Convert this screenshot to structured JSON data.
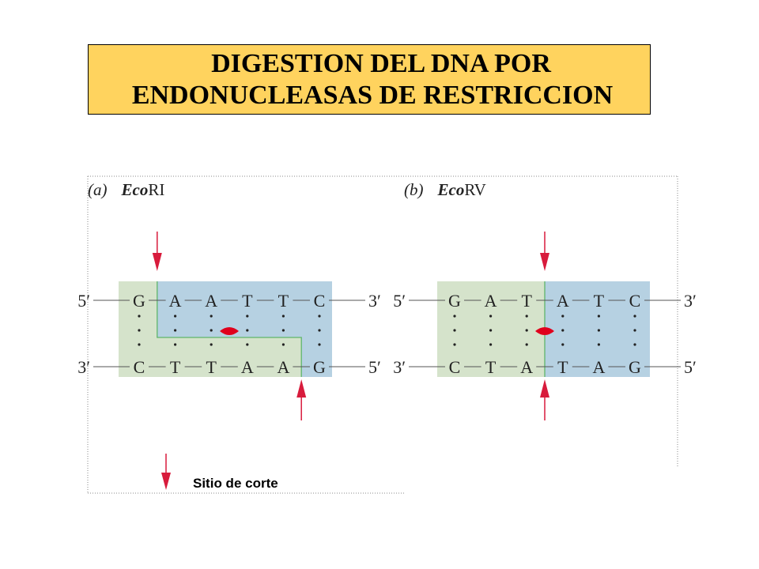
{
  "title": {
    "line1": "DIGESTION DEL DNA POR",
    "line2": "ENDONUCLEASAS DE RESTRICCION"
  },
  "colors": {
    "title_bg": "#ffd35e",
    "green_region": "#d5e3cb",
    "blue_region": "#b6d1e2",
    "cut_line": "#5fb56a",
    "arrow": "#d81b3c",
    "enzyme": "#e0001c"
  },
  "panels": [
    {
      "label_prefix": "(a)",
      "enzyme_italic": "Eco",
      "enzyme_suffix": "RI",
      "top_strand": [
        "G",
        "A",
        "A",
        "T",
        "T",
        "C"
      ],
      "bottom_strand": [
        "C",
        "T",
        "T",
        "A",
        "A",
        "G"
      ],
      "top_ends": [
        "5′",
        "3′"
      ],
      "bottom_ends": [
        "3′",
        "5′"
      ],
      "top_cut_after": 1,
      "bottom_cut_after": 5
    },
    {
      "label_prefix": "(b)",
      "enzyme_italic": "Eco",
      "enzyme_suffix": "RV",
      "top_strand": [
        "G",
        "A",
        "T",
        "A",
        "T",
        "C"
      ],
      "bottom_strand": [
        "C",
        "T",
        "A",
        "T",
        "A",
        "G"
      ],
      "top_ends": [
        "5′",
        "3′"
      ],
      "bottom_ends": [
        "3′",
        "5′"
      ],
      "top_cut_after": 3,
      "bottom_cut_after": 3
    }
  ],
  "legend": {
    "text": "Sitio de corte",
    "icon": "arrow-down-icon"
  }
}
